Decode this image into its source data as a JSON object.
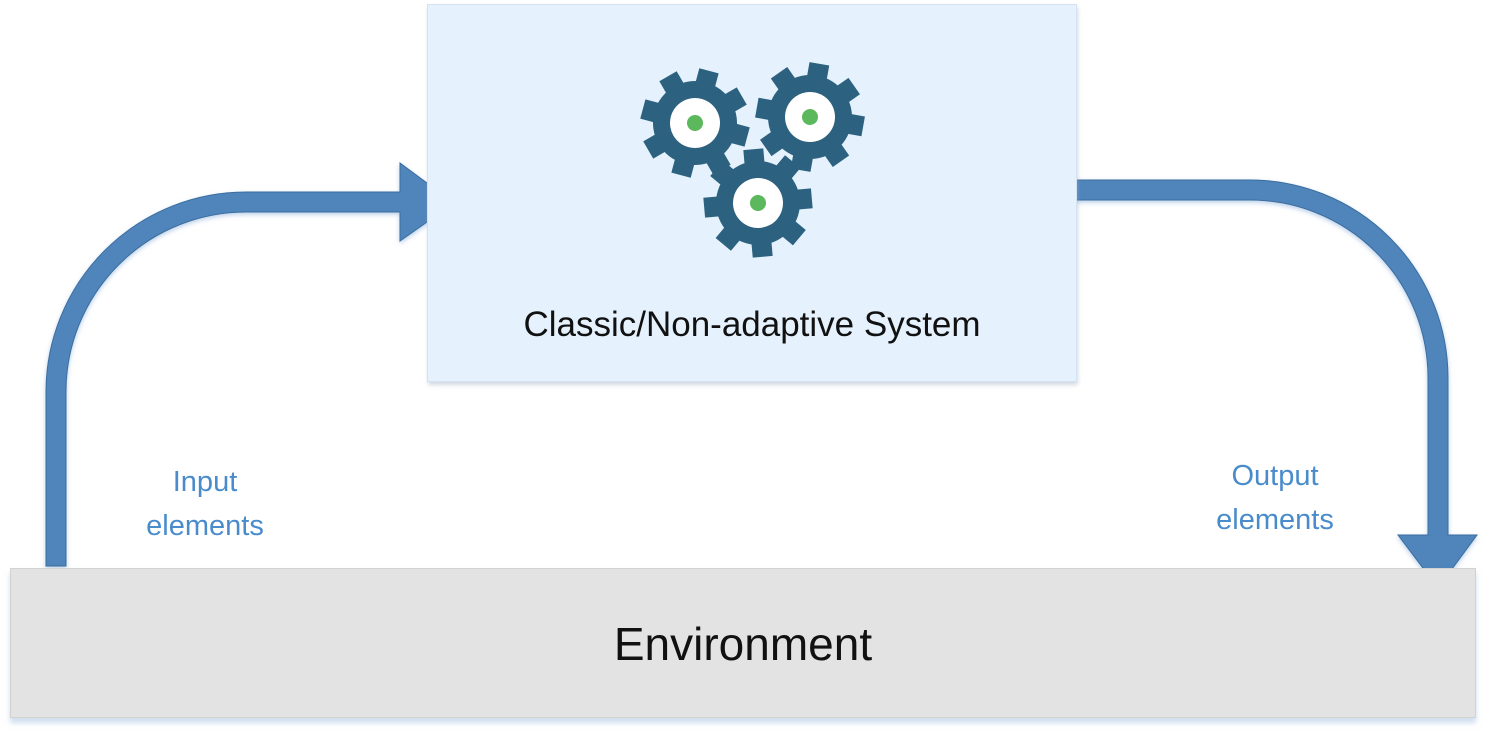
{
  "diagram": {
    "system": {
      "label": "Classic/Non-adaptive System",
      "icon": "gears-icon"
    },
    "environment": {
      "label": "Environment"
    },
    "input": {
      "label_line1": "Input",
      "label_line2": "elements"
    },
    "output": {
      "label_line1": "Output",
      "label_line2": "elements"
    },
    "colors": {
      "arrow": "#4f85bb",
      "arrow_stroke": "#3a6d9e",
      "label_blue": "#4a8ccb",
      "system_fill": "#e5f1fc",
      "environment_fill": "#e3e3e3",
      "gear": "#2c6280",
      "gear_hub": "#ffffff",
      "gear_center": "#5cb85c"
    }
  }
}
